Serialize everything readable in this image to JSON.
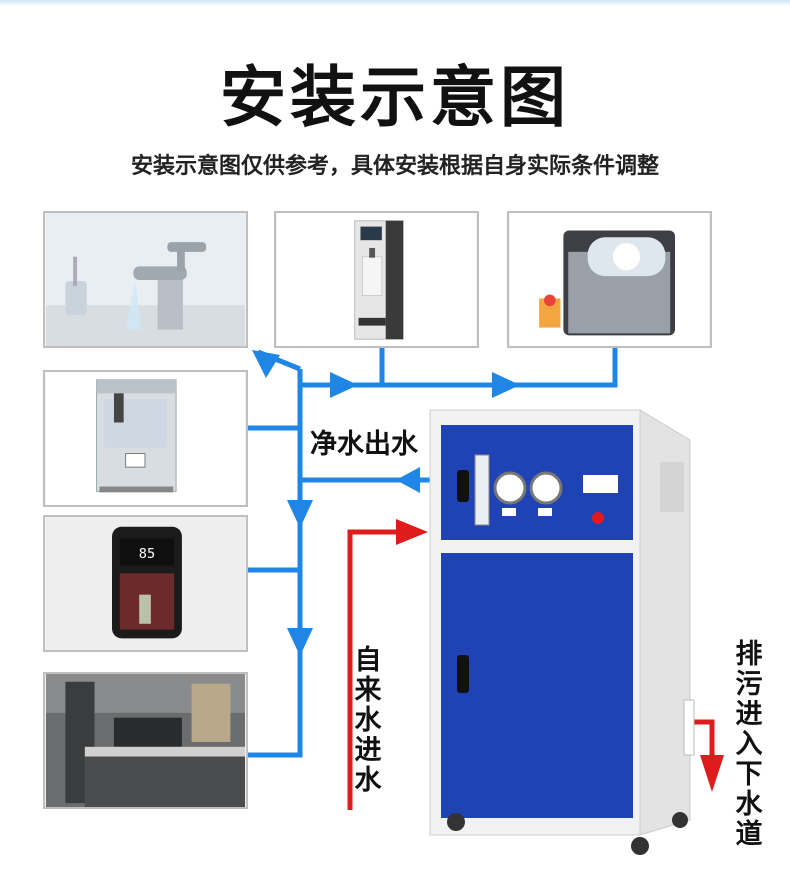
{
  "title": "安装示意图",
  "subtitle": "安装示意图仅供参考，具体安装根据自身实际条件调整",
  "labels": {
    "clean_water_out": "净水出水",
    "tap_water_in": "自来水进水",
    "drain": "排污进入下水道"
  },
  "colors": {
    "pipe_blue": "#1f86e6",
    "inlet_red": "#e01b1b",
    "machine_blue": "#1f43b4",
    "frame_white": "#f2f2f2"
  },
  "icons": [
    "faucet-icon",
    "water-dispenser-icon",
    "ice-maker-icon",
    "water-boiler-icon",
    "wall-purifier-icon",
    "kitchen-icon",
    "ro-machine-icon"
  ]
}
